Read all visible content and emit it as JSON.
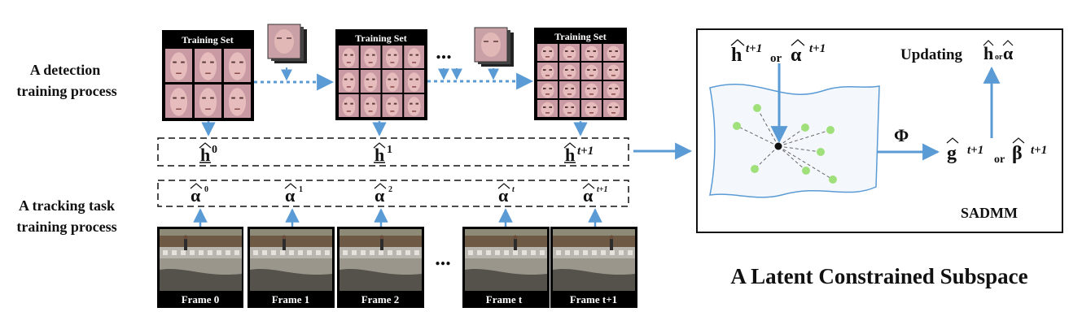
{
  "colors": {
    "arrow": "#5b9bd5",
    "node": "#9fe07a",
    "border": "#111111",
    "skin": "#d7a9b3"
  },
  "left_labels": {
    "detection_line1": "A detection",
    "detection_line2": "training process",
    "tracking_line1": "A tracking task",
    "tracking_line2": "training process"
  },
  "training_sets": [
    {
      "title": "Training Set"
    },
    {
      "title": "Training Set"
    },
    {
      "title": "Training Set"
    }
  ],
  "ellipsis": "...",
  "h_labels": [
    {
      "base": "h",
      "sup": "0"
    },
    {
      "base": "h",
      "sup": "1"
    },
    {
      "base": "h",
      "sup": "t+1"
    }
  ],
  "alpha_labels": [
    {
      "base": "α",
      "sup": "0"
    },
    {
      "base": "α",
      "sup": "1"
    },
    {
      "base": "α",
      "sup": "2"
    },
    {
      "base": "α",
      "sup": "t"
    },
    {
      "base": "α",
      "sup": "t+1"
    }
  ],
  "frames": [
    {
      "label": "Frame 0"
    },
    {
      "label": "Frame 1"
    },
    {
      "label": "Frame 2"
    },
    {
      "label": "Frame   t"
    },
    {
      "label": "Frame t+1"
    }
  ],
  "subspace": {
    "top_h": "h",
    "top_h_sup": "t+1",
    "or": "or",
    "top_a": "α",
    "top_a_sup": "t+1",
    "updating": "Updating",
    "upd_h": "h",
    "upd_or": "or",
    "upd_a": "α",
    "phi": "Φ",
    "g": "g",
    "g_sup": "t+1",
    "beta": "β",
    "beta_sup": "t+1",
    "name": "SADMM",
    "caption": "A Latent Constrained Subspace"
  }
}
